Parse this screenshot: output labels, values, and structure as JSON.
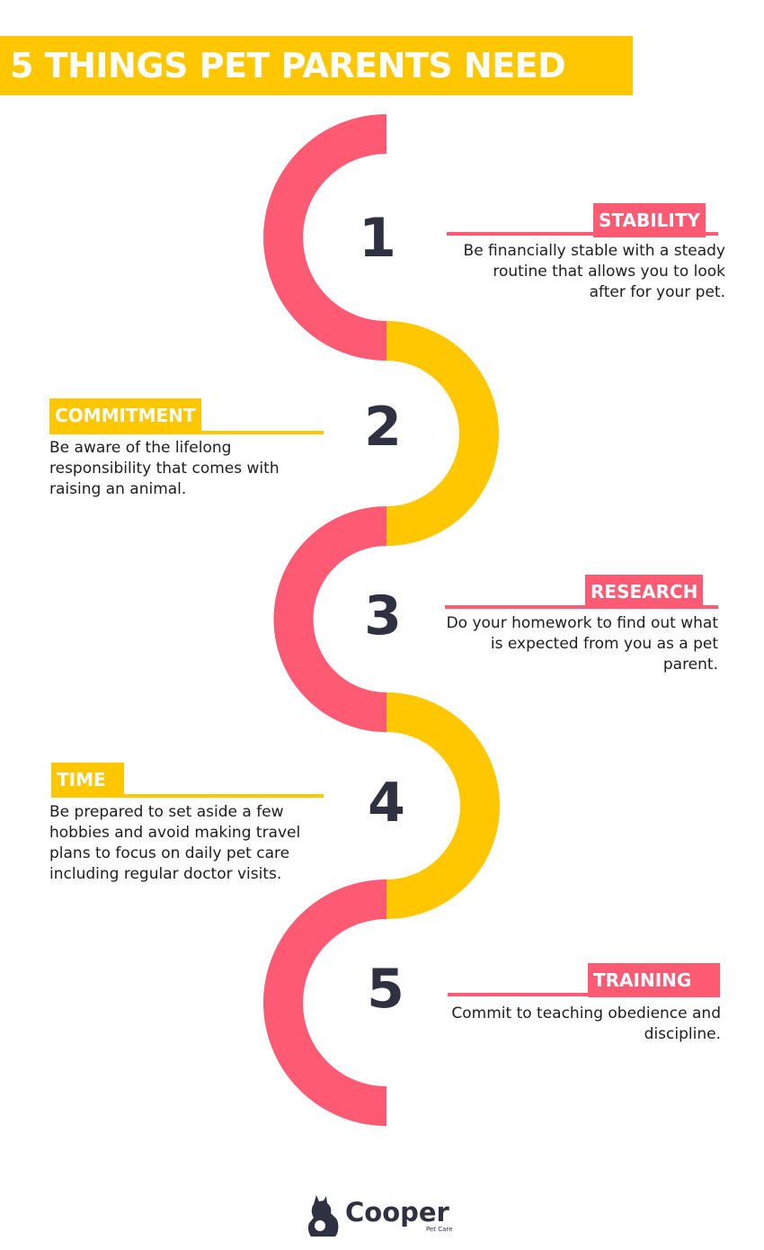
{
  "title": "5 THINGS PET PARENTS NEED",
  "colors": {
    "pink": "#ff5a73",
    "yellow": "#fec700",
    "dark": "#2f3040",
    "white": "#ffffff"
  },
  "steps": [
    {
      "number": "1",
      "label": "STABILITY",
      "description": "Be financially stable with a steady routine that allows you to look after for your pet.",
      "color": "pink",
      "side": "right"
    },
    {
      "number": "2",
      "label": "COMMITMENT",
      "description": "Be aware of the lifelong responsibility that comes with raising an animal.",
      "color": "yellow",
      "side": "left"
    },
    {
      "number": "3",
      "label": "RESEARCH",
      "description": "Do your homework to find out what is expected from you as a pet parent.",
      "color": "pink",
      "side": "right"
    },
    {
      "number": "4",
      "label": "TIME",
      "description": "Be prepared to set aside a few hobbies and avoid making travel plans to focus on daily pet care including regular doctor visits.",
      "color": "yellow",
      "side": "left"
    },
    {
      "number": "5",
      "label": "TRAINING",
      "description": "Commit to teaching obedience and discipline.",
      "color": "pink",
      "side": "right"
    }
  ],
  "logo": {
    "icon": "dog-silhouette-icon",
    "name": "Cooper",
    "tagline": "Pet Care"
  }
}
